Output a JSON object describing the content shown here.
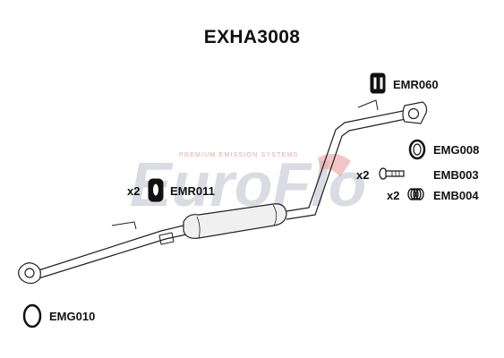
{
  "title": "EXHA3008",
  "watermark": {
    "brand": "EuroFlo",
    "tagline": "PREMIUM EMISSION SYSTEMS",
    "brand_color": "#c9c9d6",
    "accent_color": "#e88a8a"
  },
  "parts": {
    "emr060": {
      "code": "EMR060",
      "qty": ""
    },
    "emg008": {
      "code": "EMG008",
      "qty": ""
    },
    "emb003": {
      "code": "EMB003",
      "qty": "x2"
    },
    "emb004": {
      "code": "EMB004",
      "qty": "x2"
    },
    "emr011": {
      "code": "EMR011",
      "qty": "x2"
    },
    "emg010": {
      "code": "EMG010",
      "qty": ""
    }
  }
}
